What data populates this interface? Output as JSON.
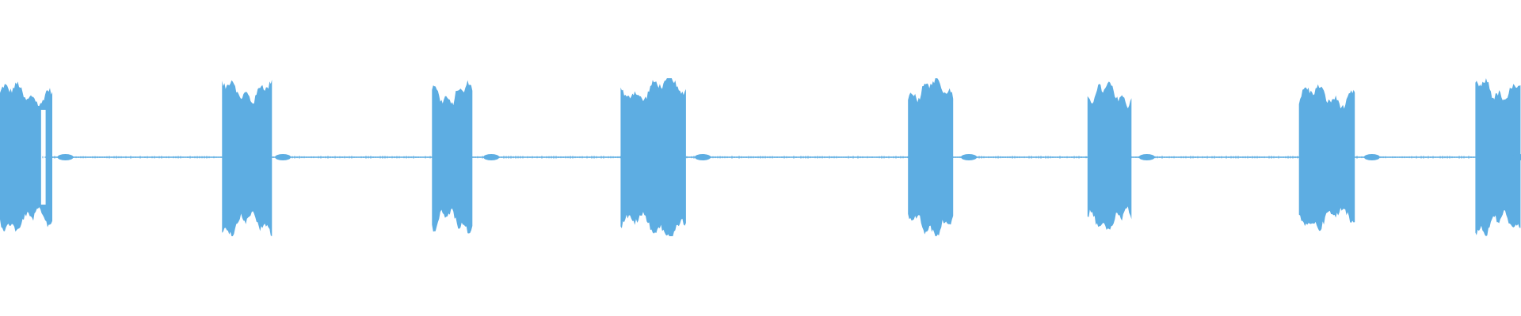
{
  "waveform": {
    "color": "#5dade2",
    "background": "#ffffff",
    "amplitude_range": [
      -1,
      1
    ],
    "duration_fraction_bursts": [
      {
        "start": 0.0,
        "end": 0.035,
        "level": 0.88
      },
      {
        "start": 0.146,
        "end": 0.179,
        "level": 0.93
      },
      {
        "start": 0.284,
        "end": 0.311,
        "level": 0.88
      },
      {
        "start": 0.408,
        "end": 0.451,
        "level": 0.95
      },
      {
        "start": 0.597,
        "end": 0.627,
        "level": 0.95
      },
      {
        "start": 0.715,
        "end": 0.744,
        "level": 0.88
      },
      {
        "start": 0.854,
        "end": 0.891,
        "level": 0.85
      },
      {
        "start": 0.97,
        "end": 1.0,
        "level": 0.93
      }
    ],
    "inner_gap": {
      "start": 0.027,
      "end": 0.03
    },
    "tail_bumps": [
      0.043,
      0.186,
      0.323,
      0.462,
      0.637,
      0.754,
      0.902,
      0.999
    ],
    "noise_level": 0.012
  }
}
